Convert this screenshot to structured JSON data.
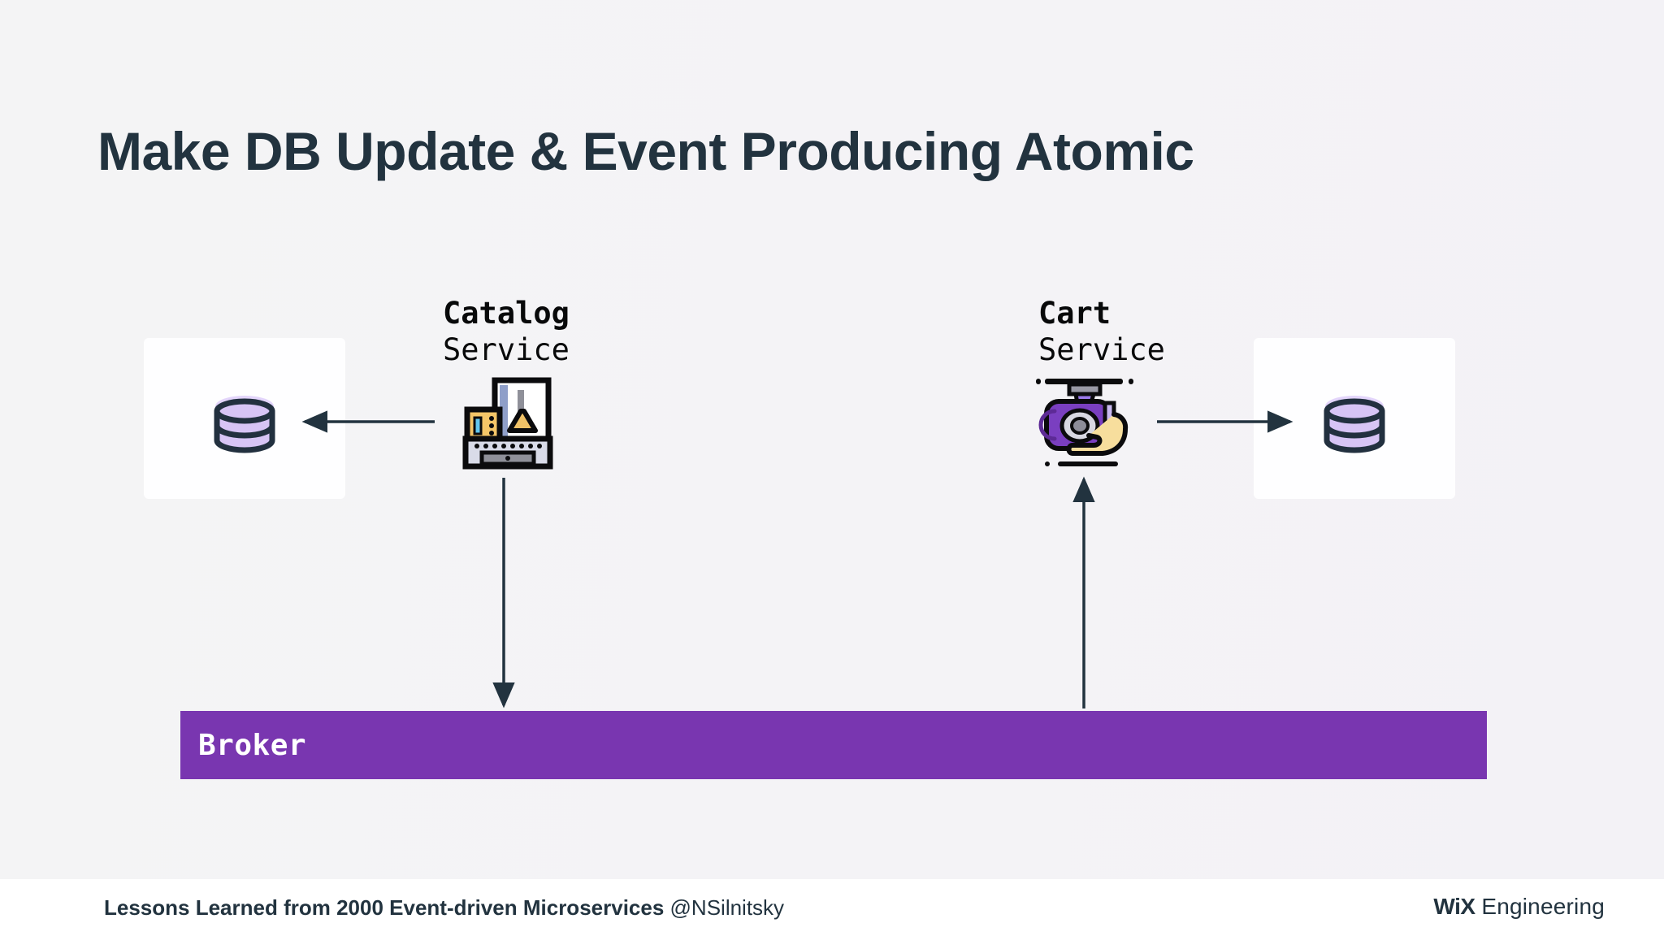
{
  "slide": {
    "background_color": "#f4f4f6",
    "title": "Make DB Update & Event Producing Atomic"
  },
  "diagram": {
    "services": [
      {
        "id": "catalog",
        "name": "Catalog",
        "subtitle": "Service",
        "icon": "lab-machine-icon"
      },
      {
        "id": "cart",
        "name": "Cart",
        "subtitle": "Service",
        "icon": "purple-machine-hand-icon"
      }
    ],
    "databases": [
      {
        "id": "catalog-db",
        "icon": "database-cylinder-icon",
        "color": "#d7c4f5"
      },
      {
        "id": "cart-db",
        "icon": "database-cylinder-icon",
        "color": "#d7c4f5"
      }
    ],
    "broker": {
      "label": "Broker",
      "color": "#7936b0",
      "text_color": "#ffffff"
    },
    "arrows": [
      {
        "id": "catalog-to-db",
        "direction": "left",
        "from": "catalog-service",
        "to": "catalog-db"
      },
      {
        "id": "catalog-to-broker",
        "direction": "down",
        "from": "catalog-service",
        "to": "broker"
      },
      {
        "id": "cart-to-db",
        "direction": "right",
        "from": "cart-service",
        "to": "cart-db"
      },
      {
        "id": "broker-to-cart",
        "direction": "up",
        "from": "broker",
        "to": "cart-service"
      }
    ],
    "arrow_color": "#22333f"
  },
  "footer": {
    "talk_title": "Lessons Learned from 2000 Event-driven Microservices",
    "handle": "@NSilnitsky",
    "logo_mark": "WiX",
    "logo_word": "Engineering"
  }
}
